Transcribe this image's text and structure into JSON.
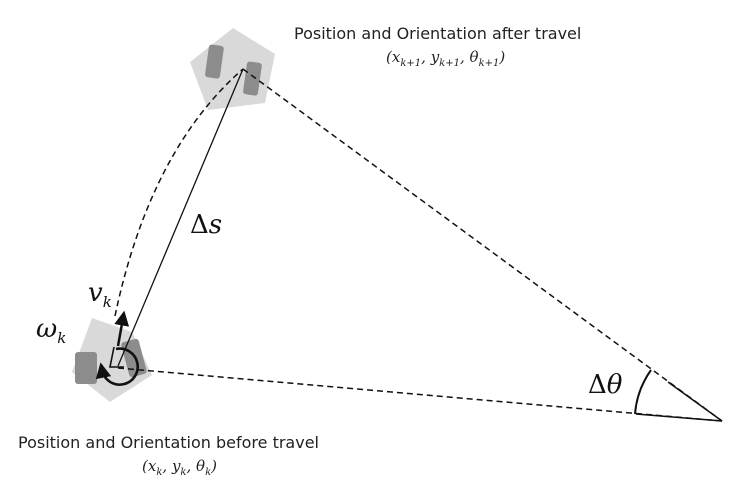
{
  "after": {
    "caption": "Position and Orientation after travel",
    "coords": {
      "x": "x",
      "x_sub": "k+1",
      "y": "y",
      "y_sub": "k+1",
      "theta": "θ",
      "theta_sub": "k+1"
    }
  },
  "before": {
    "caption": "Position and Orientation before travel",
    "coords": {
      "x": "x",
      "x_sub": "k",
      "y": "y",
      "y_sub": "k",
      "theta": "θ",
      "theta_sub": "k"
    }
  },
  "labels": {
    "ds_delta": "Δ",
    "ds_var": "s",
    "v": "v",
    "v_sub": "k",
    "omega": "ω",
    "omega_sub": "k",
    "dtheta_delta": "Δ",
    "dtheta_var": "θ"
  },
  "colors": {
    "robot_body": "#d9d9d9",
    "robot_wheel": "#8c8c8c",
    "line": "#111111"
  },
  "icons": [
    "robot-before-icon",
    "robot-after-icon",
    "rotation-arrow-icon",
    "velocity-arrow-icon"
  ]
}
